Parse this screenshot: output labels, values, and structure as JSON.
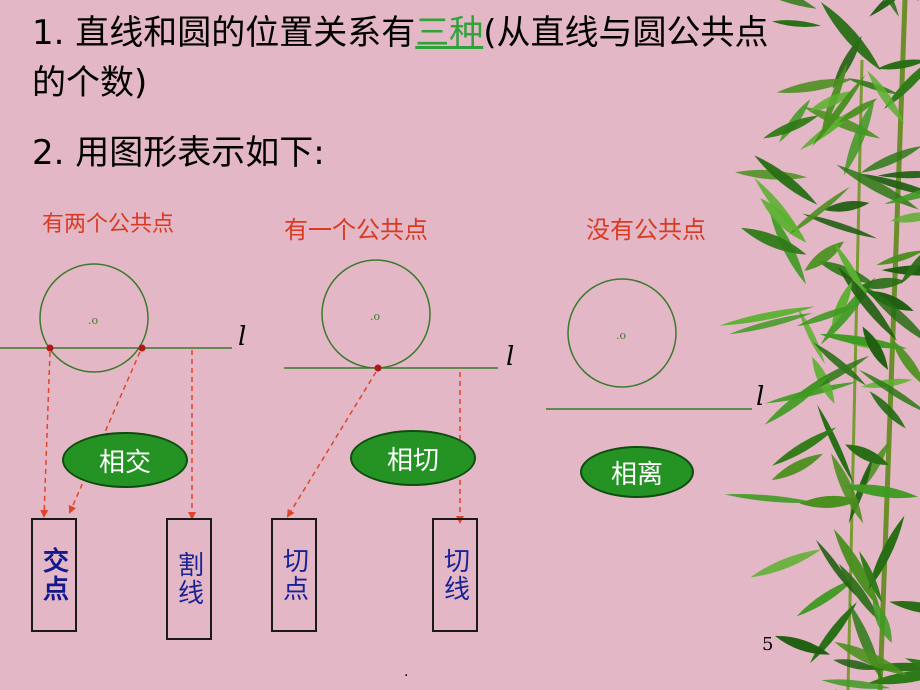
{
  "text": {
    "line1_a": "1. 直线和圆的位置关系有",
    "line1_em": "三种",
    "line1_b": "(从直线与圆公共点的个数)",
    "line2": "2. 用图形表示如下:"
  },
  "categories": [
    "有两个公共点",
    "有一个公共点",
    "没有公共点"
  ],
  "line_label": "l",
  "center_label": ".o",
  "relations": [
    "相交",
    "相切",
    "相离"
  ],
  "terms": [
    "交点",
    "割线",
    "切点",
    "切线"
  ],
  "page_number": "5",
  "footer_dot": ".",
  "colors": {
    "background": "#e3b7c5",
    "circle": "#3a7a2a",
    "highlight": "#2fa23a",
    "category_text": "#d83a22",
    "oval_fill": "#249324",
    "arrow": "#e0452b",
    "point": "#b01818",
    "term_text": "#1a2396"
  }
}
